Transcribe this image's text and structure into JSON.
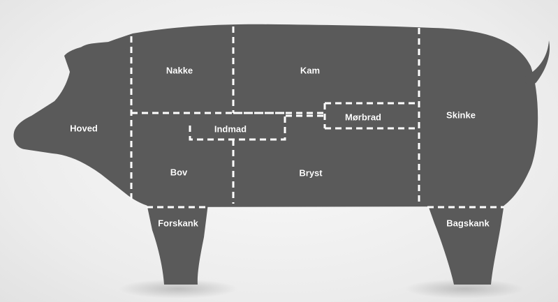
{
  "colors": {
    "body": "#5a5a5a",
    "cut_lines": "#ffffff",
    "labels": "#ffffff",
    "background": "#eeeeee"
  },
  "regions": {
    "hoved": "Hoved",
    "nakke": "Nakke",
    "kam": "Kam",
    "morbrad": "Mørbrad",
    "skinke": "Skinke",
    "indmad": "Indmad",
    "bov": "Bov",
    "bryst": "Bryst",
    "forskank": "Forskank",
    "bagskank": "Bagskank"
  }
}
